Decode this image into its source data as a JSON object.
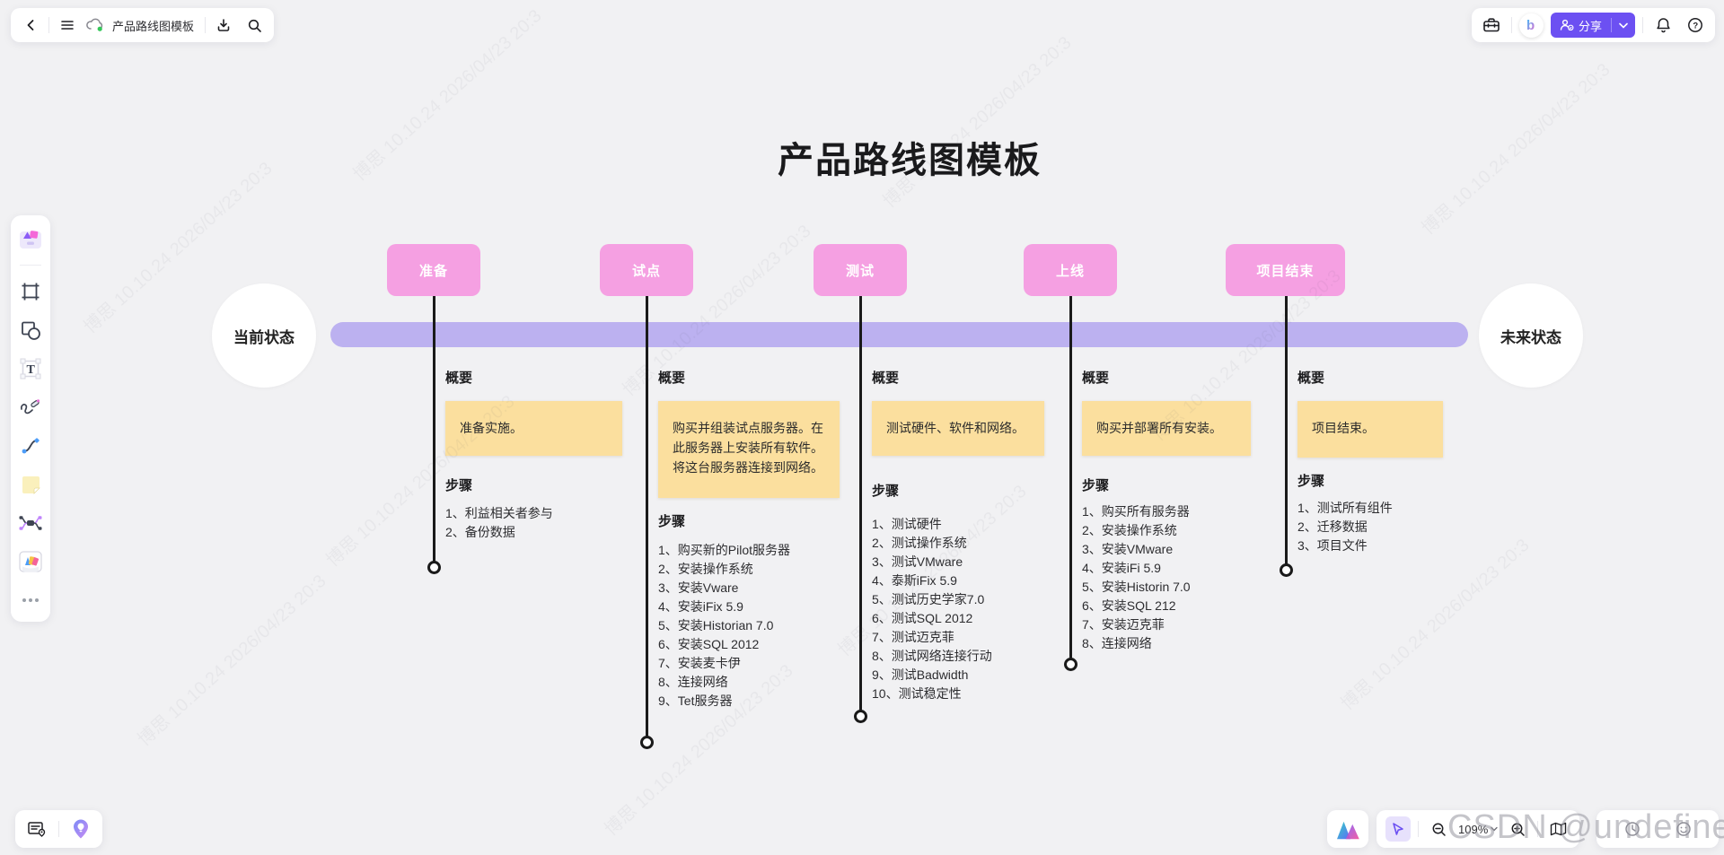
{
  "header": {
    "document_title": "产品路线图模板",
    "share_label": "分享"
  },
  "canvas": {
    "title": "产品路线图模板",
    "timeline": {
      "start_label": "当前状态",
      "end_label": "未来状态"
    },
    "columns": [
      {
        "milestone": "准备",
        "summary_label": "概要",
        "summary": "准备实施。",
        "steps_label": "步骤",
        "steps": [
          "1、利益相关者参与",
          "2、备份数据"
        ]
      },
      {
        "milestone": "试点",
        "summary_label": "概要",
        "summary": "购买并组装试点服务器。在此服务器上安装所有软件。将这台服务器连接到网络。",
        "steps_label": "步骤",
        "steps": [
          "1、购买新的Pilot服务器",
          "2、安装操作系统",
          "3、安装Vware",
          "4、安装iFix 5.9",
          "5、安装Historian 7.0",
          "6、安装SQL 2012",
          "7、安装麦卡伊",
          "8、连接网络",
          "9、Tet服务器"
        ]
      },
      {
        "milestone": "测试",
        "summary_label": "概要",
        "summary": "测试硬件、软件和网络。",
        "steps_label": "步骤",
        "steps": [
          "1、测试硬件",
          "2、测试操作系统",
          "3、测试VMware",
          "4、泰斯iFix 5.9",
          "5、测试历史学家7.0",
          "6、测试SQL 2012",
          "7、测试迈克菲",
          "8、测试网络连接行动",
          "9、测试Badwidth",
          "10、测试稳定性"
        ]
      },
      {
        "milestone": "上线",
        "summary_label": "概要",
        "summary": "购买并部署所有安装。",
        "steps_label": "步骤",
        "steps": [
          "1、购买所有服务器",
          "2、安装操作系统",
          "3、安装VMware",
          "4、安装iFi 5.9",
          "5、安装Historin 7.0",
          "6、安装SQL 212",
          "7、安装迈克菲",
          "8、连接网络"
        ]
      },
      {
        "milestone": "项目结束",
        "summary_label": "概要",
        "summary": "项目结束。",
        "steps_label": "步骤",
        "steps": [
          "1、测试所有组件",
          "2、迁移数据",
          "3、项目文件"
        ]
      }
    ]
  },
  "footer": {
    "zoom_level": "109%"
  },
  "watermark": {
    "main": "CSDN @undefined",
    "tile": "博思 10.10.24  2026/04/23 20:3"
  },
  "colors": {
    "milestone_pink": "#F5A0E2",
    "timeline_purple": "#BCB1F0",
    "note_yellow": "#FBDF9E",
    "share_button_purple": "#6C50F2",
    "canvas_background": "#F1F1F3"
  },
  "icons": [
    "back-icon",
    "menu-icon",
    "cloud-sync-icon",
    "download-icon",
    "search-icon",
    "toolbox-icon",
    "boardmix-logo",
    "share-person-icon",
    "chevron-down-icon",
    "bell-icon",
    "help-icon",
    "templates-icon",
    "frame-icon",
    "shapes-icon",
    "text-icon",
    "pen-icon",
    "connector-icon",
    "sticky-note-icon",
    "mindmap-icon",
    "media-icon",
    "more-icon",
    "notes-pin-icon",
    "location-pin-icon",
    "ai-logo-icon",
    "cursor-icon",
    "zoom-out-icon",
    "zoom-in-icon",
    "minimap-icon",
    "clock-icon",
    "smiley-icon"
  ]
}
